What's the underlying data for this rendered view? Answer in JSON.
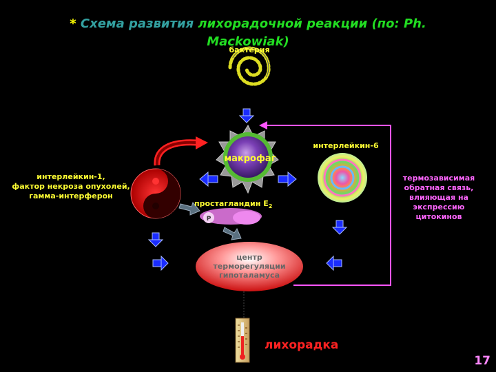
{
  "title": {
    "star": "*",
    "part1": "Схема развития",
    "part2": "лихорадочной реакции (по: Ph.",
    "part3": "Mackowiak)"
  },
  "labels": {
    "bacteria": "бактерия",
    "macrophage": "макрофаг",
    "il6": "интерлейкин-6",
    "il1_line1": "интерлейкин-1,",
    "il1_line2": "фактор некроза опухолей,",
    "il1_line3": "гамма-интерферон",
    "pge2": "простагландин E",
    "pge2_sub": "2",
    "p_mark": "P",
    "center_line1": "центр",
    "center_line2": "терморегуляции",
    "center_line3": "гипоталамуса",
    "feedback_line1": "термозависимая",
    "feedback_line2": "обратная связь,",
    "feedback_line3": "влияющая на",
    "feedback_line4": "экспрессию",
    "feedback_line5": "цитокинов",
    "fever": "лихорадка"
  },
  "page_number": "17",
  "colors": {
    "background": "#000000",
    "title_teal": "#33a0a0",
    "title_green": "#22dd22",
    "label_yellow": "#ffff33",
    "feedback_pink": "#ff66ff",
    "arrow_blue": "#1a2cff",
    "fever_red": "#ff2222"
  }
}
